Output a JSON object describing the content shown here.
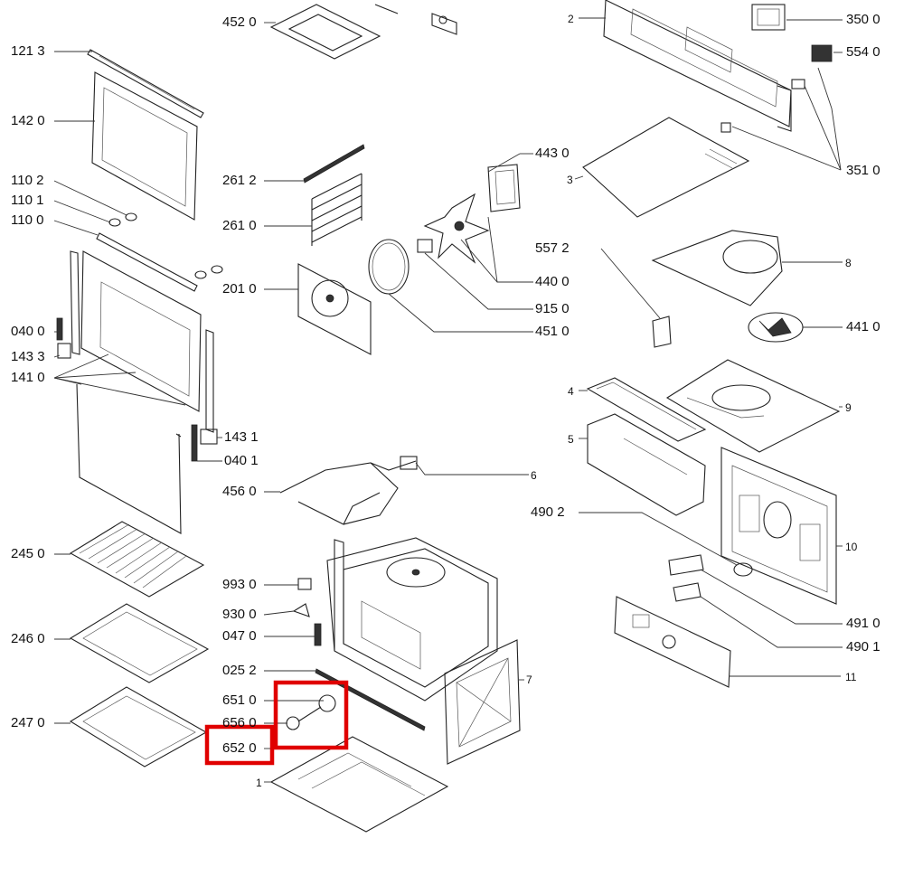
{
  "labels": {
    "l4520": "452 0",
    "l1213": "121 3",
    "l1420": "142 0",
    "l1102": "110 2",
    "l1101": "110 1",
    "l1100": "110 0",
    "l0400a": "040 0",
    "l1433": "143 3",
    "l1410": "141 0",
    "l1431": "143 1",
    "l0401": "040 1",
    "l2612": "261 2",
    "l2610": "261 0",
    "l2010": "201 0",
    "l4560": "456 0",
    "l2450": "245 0",
    "l2460": "246 0",
    "l2470": "247 0",
    "l9930": "993 0",
    "l9300": "930 0",
    "l0470": "047 0",
    "l0252": "025 2",
    "l6510": "651 0",
    "l6560": "656 0",
    "l6520": "652 0",
    "l1": "1",
    "l2": "2",
    "l3500": "350 0",
    "l5540": "554 0",
    "l3510": "351 0",
    "l3": "3",
    "l4430": "443 0",
    "l4400": "440 0",
    "l9150": "915 0",
    "l4510": "451 0",
    "l5572": "557 2",
    "l8": "8",
    "l4410": "441 0",
    "l4": "4",
    "l5": "5",
    "l9": "9",
    "l6": "6",
    "l4902": "490 2",
    "l10": "10",
    "l7": "7",
    "l4910": "491 0",
    "l4901": "490 1",
    "l11": "11"
  },
  "highlight_color": "#e00000"
}
